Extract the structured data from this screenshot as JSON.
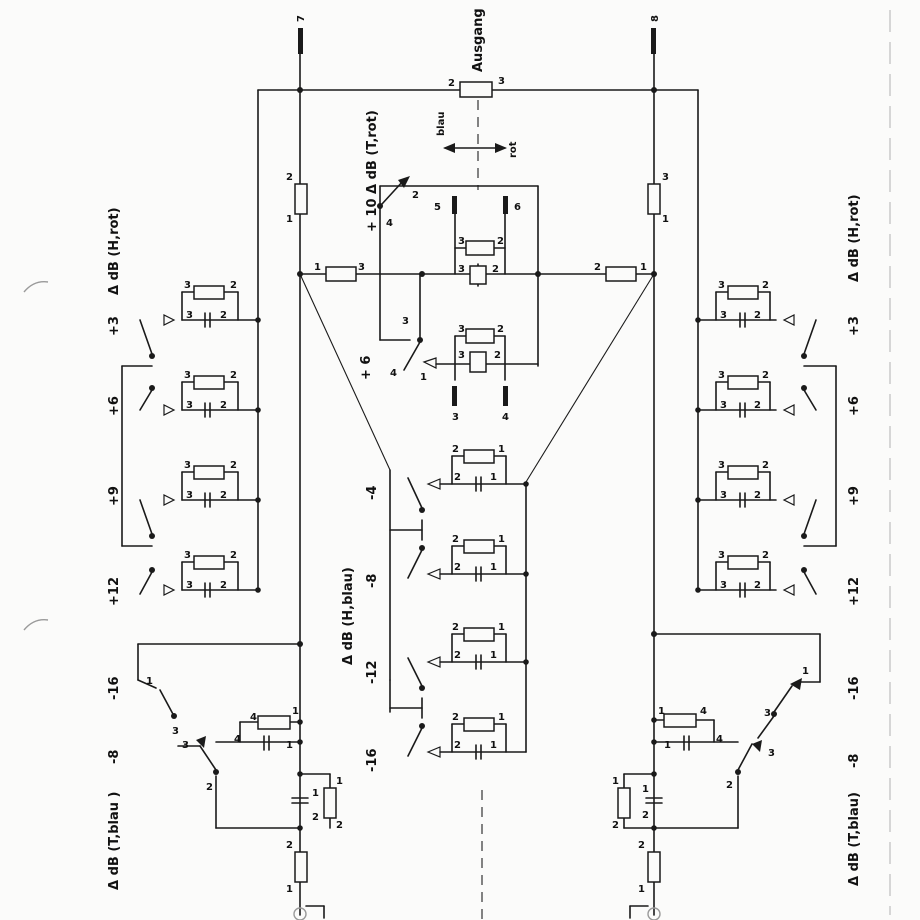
{
  "terminals": {
    "t7": "7",
    "t8": "8",
    "t5": "5",
    "t6": "6",
    "t3": "3",
    "t4": "4"
  },
  "output_label": "Ausgang",
  "direction": {
    "left": "blau",
    "right": "rot"
  },
  "group_labels": {
    "h_rot": "Δ dB (H,rot)",
    "h_blau": "Δ dB (H,blau)",
    "t_blau": "Δ dB (T,blau )",
    "t_blau_right": "Δ dB (T,blau)",
    "t_rot": "+ 10  Δ dB (T,rot)"
  },
  "steps": {
    "plus3": "+3",
    "plus6": "+6",
    "plus9": "+9",
    "plus12": "+12",
    "minus4": "-4",
    "minus8": "-8",
    "minus12": "-12",
    "minus16": "-16",
    "plus6_mid": "+ 6"
  },
  "pins": {
    "p1": "1",
    "p2": "2",
    "p3": "3",
    "p4": "4"
  }
}
